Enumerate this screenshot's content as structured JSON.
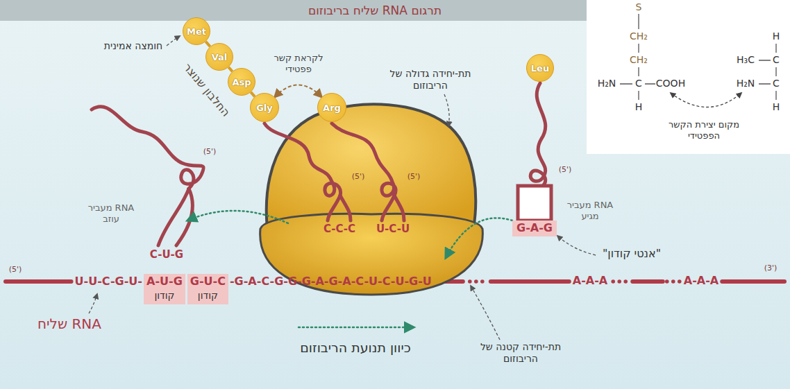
{
  "diagram": {
    "title": "תרגום RNA שליח בריבוזום",
    "nodes": [
      {
        "text": [
          "Met"
        ]
      },
      {
        "text": [
          "Val"
        ]
      },
      {
        "text": [
          "Asp"
        ]
      },
      {
        "text": [
          "Gly"
        ]
      },
      {
        "text": [
          "Arg"
        ]
      },
      {
        "text": [
          "Leu"
        ]
      },
      {
        "text": [
          "A-U-G",
          "קודון"
        ]
      },
      {
        "text": [
          "G-U-C",
          "קודון"
        ]
      },
      {
        "text": [
          "G-A-G"
        ]
      }
    ],
    "edges": [
      {
        "from": 0,
        "to": 1,
        "arrow": "none"
      },
      {
        "from": 1,
        "to": 2,
        "arrow": "none"
      },
      {
        "from": 2,
        "to": 3,
        "arrow": "none"
      },
      {
        "from": 3,
        "to": 4,
        "label": "לקראת קשר פפטידי",
        "arrow": "both"
      }
    ],
    "labels": [
      "חומצה אמינית",
      "החלבון שנוצר",
      "תת-יחידה גדולה של הריבוזום",
      "RNA מעביר עוזב",
      "C-U-G",
      "(5')",
      "C-C-C",
      "(5')",
      "U-C-U",
      "(5')",
      "(5')",
      "RNA מעביר מגיע",
      "\"אנטי קודון\"",
      "(5')",
      "U-U-C-G-U-",
      "-G-A-C-G-G-G-A-G-A-C-U-C-U-G-U",
      "A-A-A",
      "A-A-A",
      "(3')",
      "RNA שליח",
      "כיוון תנועת הריבוזום",
      "תת-יחידה קטנה של הריבוזום",
      "S",
      "CH₂",
      "CH₂",
      "H₂N",
      "C",
      "COOH",
      "H",
      "H",
      "H₃C",
      "C",
      "H₂N",
      "C",
      "H",
      "מקום יצירת הקשר הפפטידי"
    ]
  }
}
